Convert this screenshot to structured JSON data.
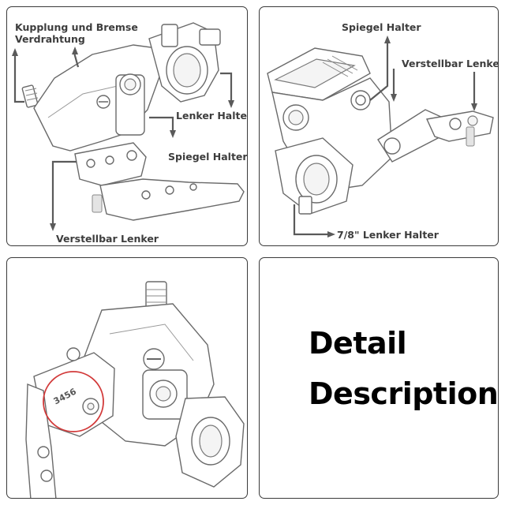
{
  "panels": {
    "top_left": {
      "labels": {
        "clutch_brake_line1": "Kupplung und Bremse",
        "clutch_brake_line2": "Verdrahtung",
        "bar_holder": "Lenker Halter",
        "mirror_holder": "Spiegel Halter",
        "adjustable_lever": "Verstellbar Lenker"
      }
    },
    "top_right": {
      "labels": {
        "mirror_holder": "Spiegel Halter",
        "adjustable_lever": "Verstellbar Lenker",
        "bar_holder": "7/8\" Lenker Halter"
      }
    },
    "bottom_left": {
      "labels": {
        "dial_text": "3456"
      },
      "highlight_color": "#d23a3a"
    },
    "bottom_right": {
      "heading_line1": "Detail",
      "heading_line2": "Description"
    }
  }
}
